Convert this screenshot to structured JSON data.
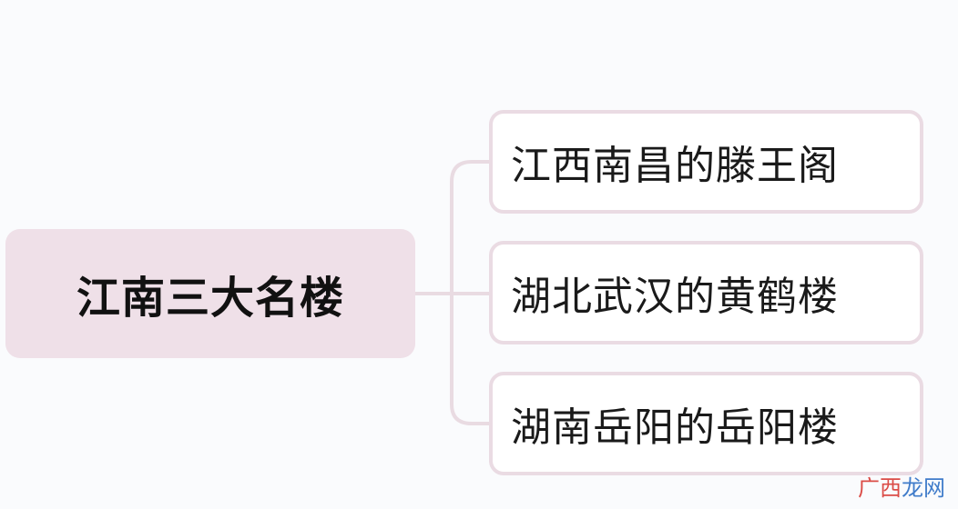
{
  "mindmap": {
    "root": {
      "label": "江南三大名楼"
    },
    "children": [
      {
        "label": "江西南昌的滕王阁"
      },
      {
        "label": "湖北武汉的黄鹤楼"
      },
      {
        "label": "湖南岳阳的岳阳楼"
      }
    ],
    "colors": {
      "root_fill": "#efe0e8",
      "child_border": "#eadbe3",
      "connector": "#e9dbe2",
      "background": "#fafbfd"
    }
  },
  "watermark": {
    "part1": "广",
    "part2": "西",
    "part3": "龙网"
  }
}
